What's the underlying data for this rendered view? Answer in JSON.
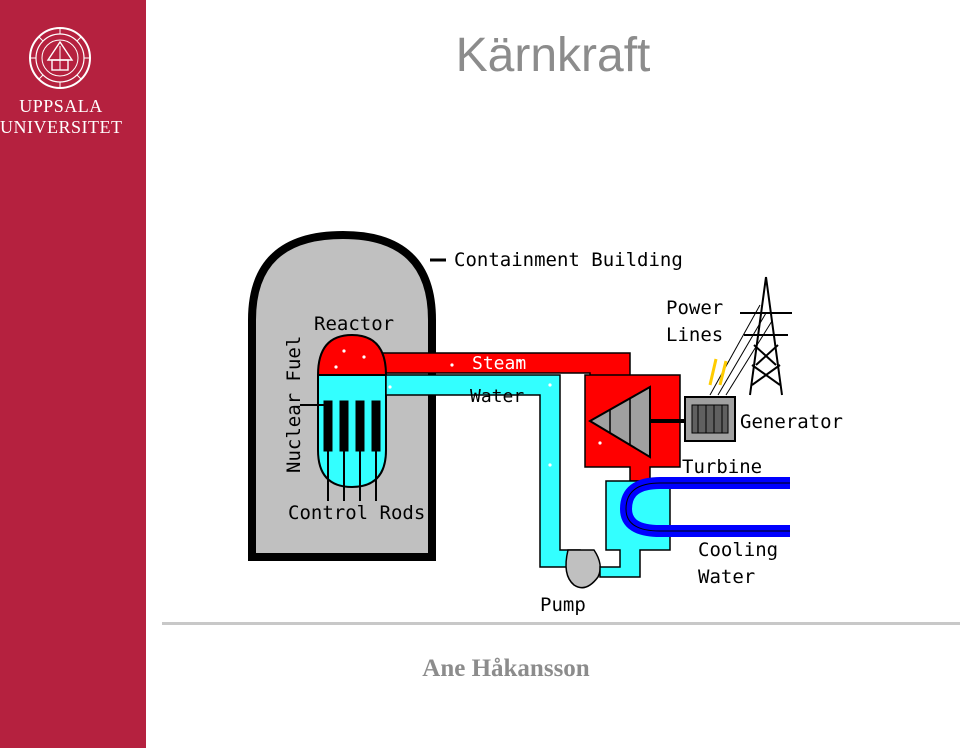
{
  "branding": {
    "line1": "UPPSALA",
    "line2": "UNIVERSITET",
    "color": "#b5213f"
  },
  "slide": {
    "title": "Kärnkraft",
    "author": "Ane Håkansson"
  },
  "diagram": {
    "labels": {
      "containment": "Containment Building",
      "reactor": "Reactor",
      "nuclear_fuel": "Nuclear Fuel",
      "control_rods": "Control Rods",
      "steam": "Steam",
      "water": "Water",
      "power": "Power",
      "lines": "Lines",
      "generator": "Generator",
      "turbine": "Turbine",
      "cooling": "Cooling",
      "cooling_water": "Water",
      "pump": "Pump"
    },
    "colors": {
      "steam": "#ff0000",
      "water": "#33ffff",
      "cooling": "#0000ff",
      "building": "#c0c0c0"
    }
  }
}
